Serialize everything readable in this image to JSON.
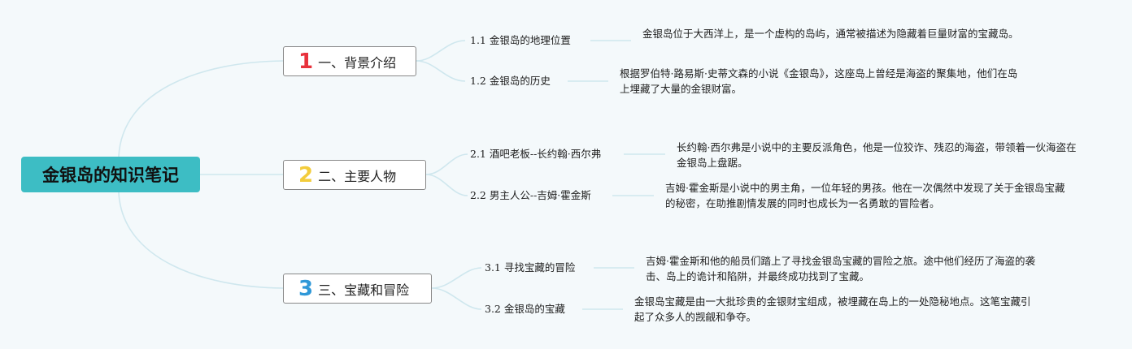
{
  "root": {
    "title": "金银岛的知识笔记"
  },
  "branches": [
    {
      "num": "1",
      "num_color": "#e8323c",
      "title": "一、背景介绍",
      "subs": [
        {
          "title": "1.1 金银岛的地理位置",
          "desc": "金银岛位于大西洋上，是一个虚构的岛屿，通常被描述为隐藏着巨量财富的宝藏岛。"
        },
        {
          "title": "1.2 金银岛的历史",
          "desc": "根据罗伯特·路易斯·史蒂文森的小说《金银岛》，这座岛上曾经是海盗的聚集地，他们在岛上埋藏了大量的金银财富。"
        }
      ]
    },
    {
      "num": "2",
      "num_color": "#f3cc3b",
      "title": "二、主要人物",
      "subs": [
        {
          "title": "2.1 酒吧老板--长约翰·西尔弗",
          "desc": "长约翰·西尔弗是小说中的主要反派角色，他是一位狡诈、残忍的海盗，带领着一伙海盗在金银岛上盘踞。"
        },
        {
          "title": "2.2 男主人公--吉姆·霍金斯",
          "desc": "吉姆·霍金斯是小说中的男主角，一位年轻的男孩。他在一次偶然中发现了关于金银岛宝藏的秘密，在助推剧情发展的同时也成长为一名勇敢的冒险者。"
        }
      ]
    },
    {
      "num": "3",
      "num_color": "#2f98d8",
      "title": "三、宝藏和冒险",
      "subs": [
        {
          "title": "3.1 寻找宝藏的冒险",
          "desc": "吉姆·霍金斯和他的船员们踏上了寻找金银岛宝藏的冒险之旅。途中他们经历了海盗的袭击、岛上的诡计和陷阱，并最终成功找到了宝藏。"
        },
        {
          "title": "3.2 金银岛的宝藏",
          "desc": "金银岛宝藏是由一大批珍贵的金银财宝组成，被埋藏在岛上的一处隐秘地点。这笔宝藏引起了众多人的觊觎和争夺。"
        }
      ]
    }
  ],
  "colors": {
    "background": "#f4f9fb",
    "root_fill": "#3dbdc4",
    "connector": "#cfe7ee"
  }
}
